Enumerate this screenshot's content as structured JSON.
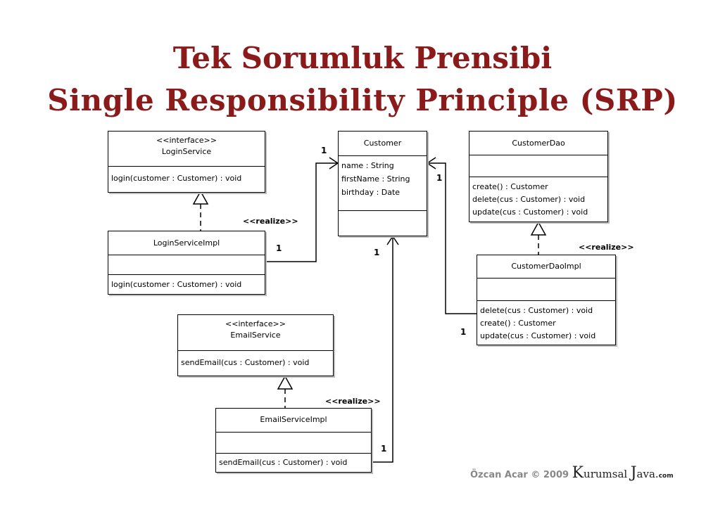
{
  "title": {
    "line1": "Tek Sorumluk Prensibi",
    "line2": "Single Responsibility Principle  (SRP)"
  },
  "classes": {
    "login_service": {
      "stereotype": "<<interface>>",
      "name": "LoginService",
      "ops": [
        "login(customer : Customer) : void"
      ]
    },
    "login_service_impl": {
      "name": "LoginServiceImpl",
      "ops": [
        "login(customer : Customer) : void"
      ]
    },
    "customer": {
      "name": "Customer",
      "attrs": [
        "name : String",
        "firstName : String",
        "birthday : Date"
      ]
    },
    "customer_dao": {
      "name": "CustomerDao",
      "ops": [
        "create() : Customer",
        "delete(cus : Customer) : void",
        "update(cus : Customer) : void"
      ]
    },
    "customer_dao_impl": {
      "name": "CustomerDaoImpl",
      "ops": [
        "delete(cus : Customer) : void",
        "create() : Customer",
        "update(cus : Customer) : void"
      ]
    },
    "email_service": {
      "stereotype": "<<interface>>",
      "name": "EmailService",
      "ops": [
        "sendEmail(cus : Customer) : void"
      ]
    },
    "email_service_impl": {
      "name": "EmailServiceImpl",
      "ops": [
        "sendEmail(cus : Customer) : void"
      ]
    }
  },
  "labels": {
    "realize": "<<realize>>",
    "one": "1"
  },
  "footer": {
    "author": "Özcan Acar © 2009",
    "brand_k": "K",
    "brand_urumsal": "urumsal",
    "brand_j": "J",
    "brand_ava": "ava.",
    "brand_com": "com"
  }
}
